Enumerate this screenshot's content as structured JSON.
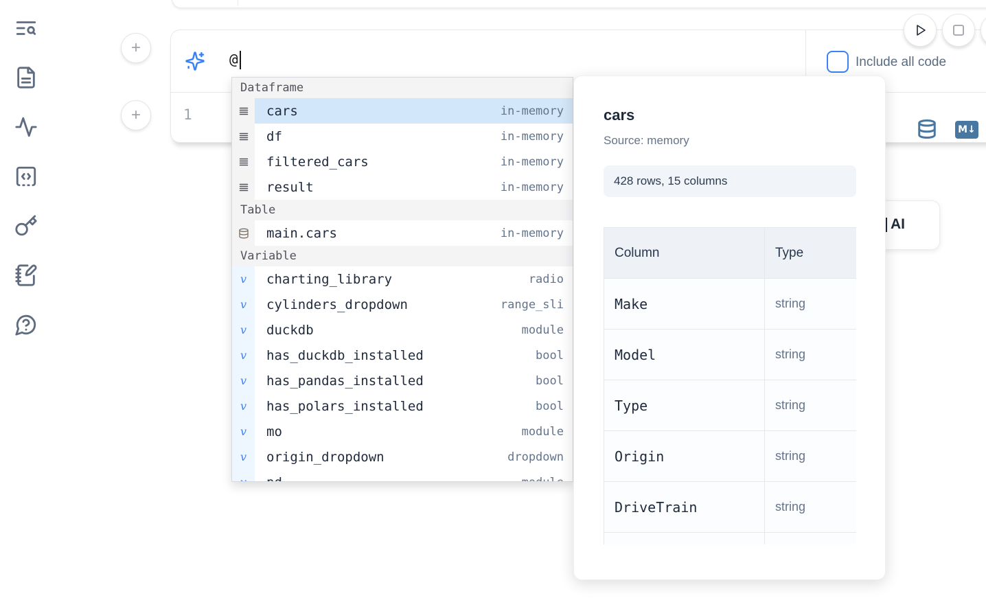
{
  "colors": {
    "accent_blue": "#3b82f6",
    "steel_blue_icon": "#4878a2",
    "sidebar_icon": "#5f6b7f",
    "selected_row_bg": "#d2e7f9",
    "dark_text": "#1e293b",
    "muted_text": "#64748b"
  },
  "sidebar": {
    "icons": [
      "text-search-icon",
      "file-text-icon",
      "activity-icon",
      "snippets-code-icon",
      "key-icon",
      "notebook-pen-icon",
      "help-chat-icon"
    ]
  },
  "toolbar": {
    "run_icon": "play-icon",
    "stop_icon": "stop-square-icon"
  },
  "ai_prompt": {
    "value": "@",
    "sparkle_icon": "sparkles-icon",
    "checkbox_label": "Include all code",
    "checkbox_checked": false
  },
  "editor": {
    "line_number": "1",
    "toolbar_icons": [
      "database-icon",
      "markdown-badge"
    ],
    "markdown_badge": "M↓"
  },
  "autocomplete": {
    "sections": [
      {
        "label": "Dataframe",
        "items": [
          {
            "label": "cars",
            "detail": "in-memory",
            "icon": "dataframe-rows-icon",
            "selected": true
          },
          {
            "label": "df",
            "detail": "in-memory",
            "icon": "dataframe-rows-icon",
            "selected": false
          },
          {
            "label": "filtered_cars",
            "detail": "in-memory",
            "icon": "dataframe-rows-icon",
            "selected": false
          },
          {
            "label": "result",
            "detail": "in-memory",
            "icon": "dataframe-rows-icon",
            "selected": false
          }
        ]
      },
      {
        "label": "Table",
        "items": [
          {
            "label": "main.cars",
            "detail": "in-memory",
            "icon": "table-database-icon",
            "selected": false
          }
        ]
      },
      {
        "label": "Variable",
        "items": [
          {
            "label": "charting_library",
            "detail": "radio",
            "icon": "variable-icon",
            "selected": false
          },
          {
            "label": "cylinders_dropdown",
            "detail": "range_sli",
            "icon": "variable-icon",
            "selected": false
          },
          {
            "label": "duckdb",
            "detail": "module",
            "icon": "variable-icon",
            "selected": false
          },
          {
            "label": "has_duckdb_installed",
            "detail": "bool",
            "icon": "variable-icon",
            "selected": false
          },
          {
            "label": "has_pandas_installed",
            "detail": "bool",
            "icon": "variable-icon",
            "selected": false
          },
          {
            "label": "has_polars_installed",
            "detail": "bool",
            "icon": "variable-icon",
            "selected": false
          },
          {
            "label": "mo",
            "detail": "module",
            "icon": "variable-icon",
            "selected": false
          },
          {
            "label": "origin_dropdown",
            "detail": "dropdown",
            "icon": "variable-icon",
            "selected": false
          },
          {
            "label": "pd",
            "detail": "module",
            "icon": "variable-icon",
            "selected": false,
            "partial": true
          }
        ]
      }
    ]
  },
  "preview_panel": {
    "title": "cars",
    "source_label": "Source: memory",
    "shape_badge": "428 rows, 15 columns",
    "table": {
      "headers": [
        "Column",
        "Type"
      ],
      "rows": [
        [
          "Make",
          "string"
        ],
        [
          "Model",
          "string"
        ],
        [
          "Type",
          "string"
        ],
        [
          "Origin",
          "string"
        ],
        [
          "DriveTrain",
          "string"
        ]
      ],
      "has_partial_next_row": true
    }
  },
  "background_card": {
    "ai_fragment": "AI"
  }
}
